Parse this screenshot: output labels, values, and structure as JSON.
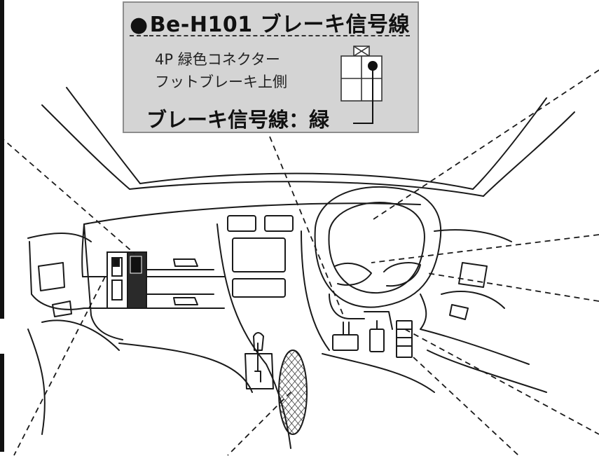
{
  "callout": {
    "bullet": "●",
    "title": "Be-H101 ブレーキ信号線",
    "line1": "4P 緑色コネクター",
    "line2": "フットブレーキ上側",
    "signal_label": "ブレーキ信号線：緑"
  }
}
